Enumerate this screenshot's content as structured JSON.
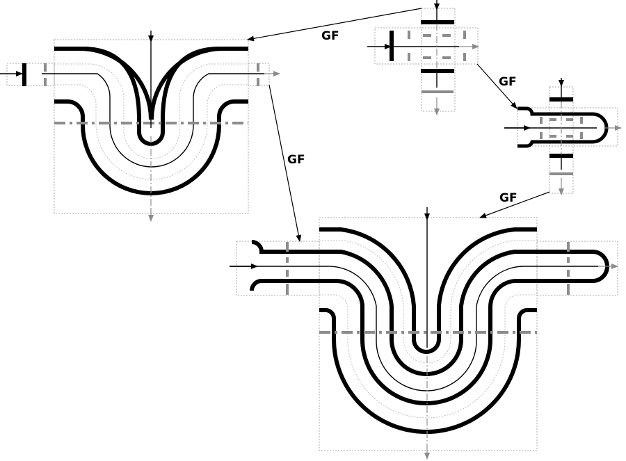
{
  "labels": {
    "gf_top": "GF",
    "gf_right": "GF",
    "gf_left": "GF",
    "gf_bottom": "GF"
  },
  "colors": {
    "stroke": "#000000",
    "guide": "#8c8c8c",
    "boundary": "#aaaaaa"
  }
}
